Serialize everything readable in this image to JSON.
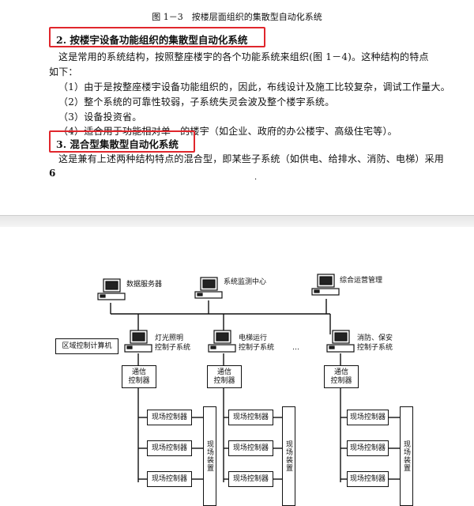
{
  "document": {
    "caption": "图 1－3　按楼层面组织的集散型自动化系统",
    "section2_heading": "2. 按楼宇设备功能组织的集散型自动化系统",
    "section2_lines": [
      "这是常用的系统结构，按照整座楼宇的各个功能系统来组织(图 1－4)。这种结构的特点",
      "如下：",
      "（1）由于是按整座楼宇设备功能组织的，因此，布线设计及施工比较复杂，调试工作量大。",
      "（2）整个系统的可靠性较弱，子系统失灵会波及整个楼宇系统。",
      "（3）设备投资省。",
      "（4）适合用于功能相对单一的楼宇（如企业、政府的办公楼宇、高级住宅等）。"
    ],
    "section3_heading": "3. 混合型集散型自动化系统",
    "section3_line": "这是兼有上述两种结构特点的混合型，即某些子系统（如供电、给排水、消防、电梯）采用",
    "page_number": "6",
    "stray_mark": "·"
  },
  "diagram": {
    "top_computers": [
      "数据服务器",
      "系统监测中心",
      "综合运营管理"
    ],
    "area_computer": "区域控制计算机",
    "subsystems": [
      "灯光照明\n控制子系统",
      "电梯运行\n控制子系统",
      "消防、保安\n控制子系统"
    ],
    "ellipsis": "…",
    "comm_controller": "通信\n控制器",
    "field_controller": "现场控制器",
    "field_device": "现场装置"
  },
  "colors": {
    "highlight": "#e0262c"
  }
}
